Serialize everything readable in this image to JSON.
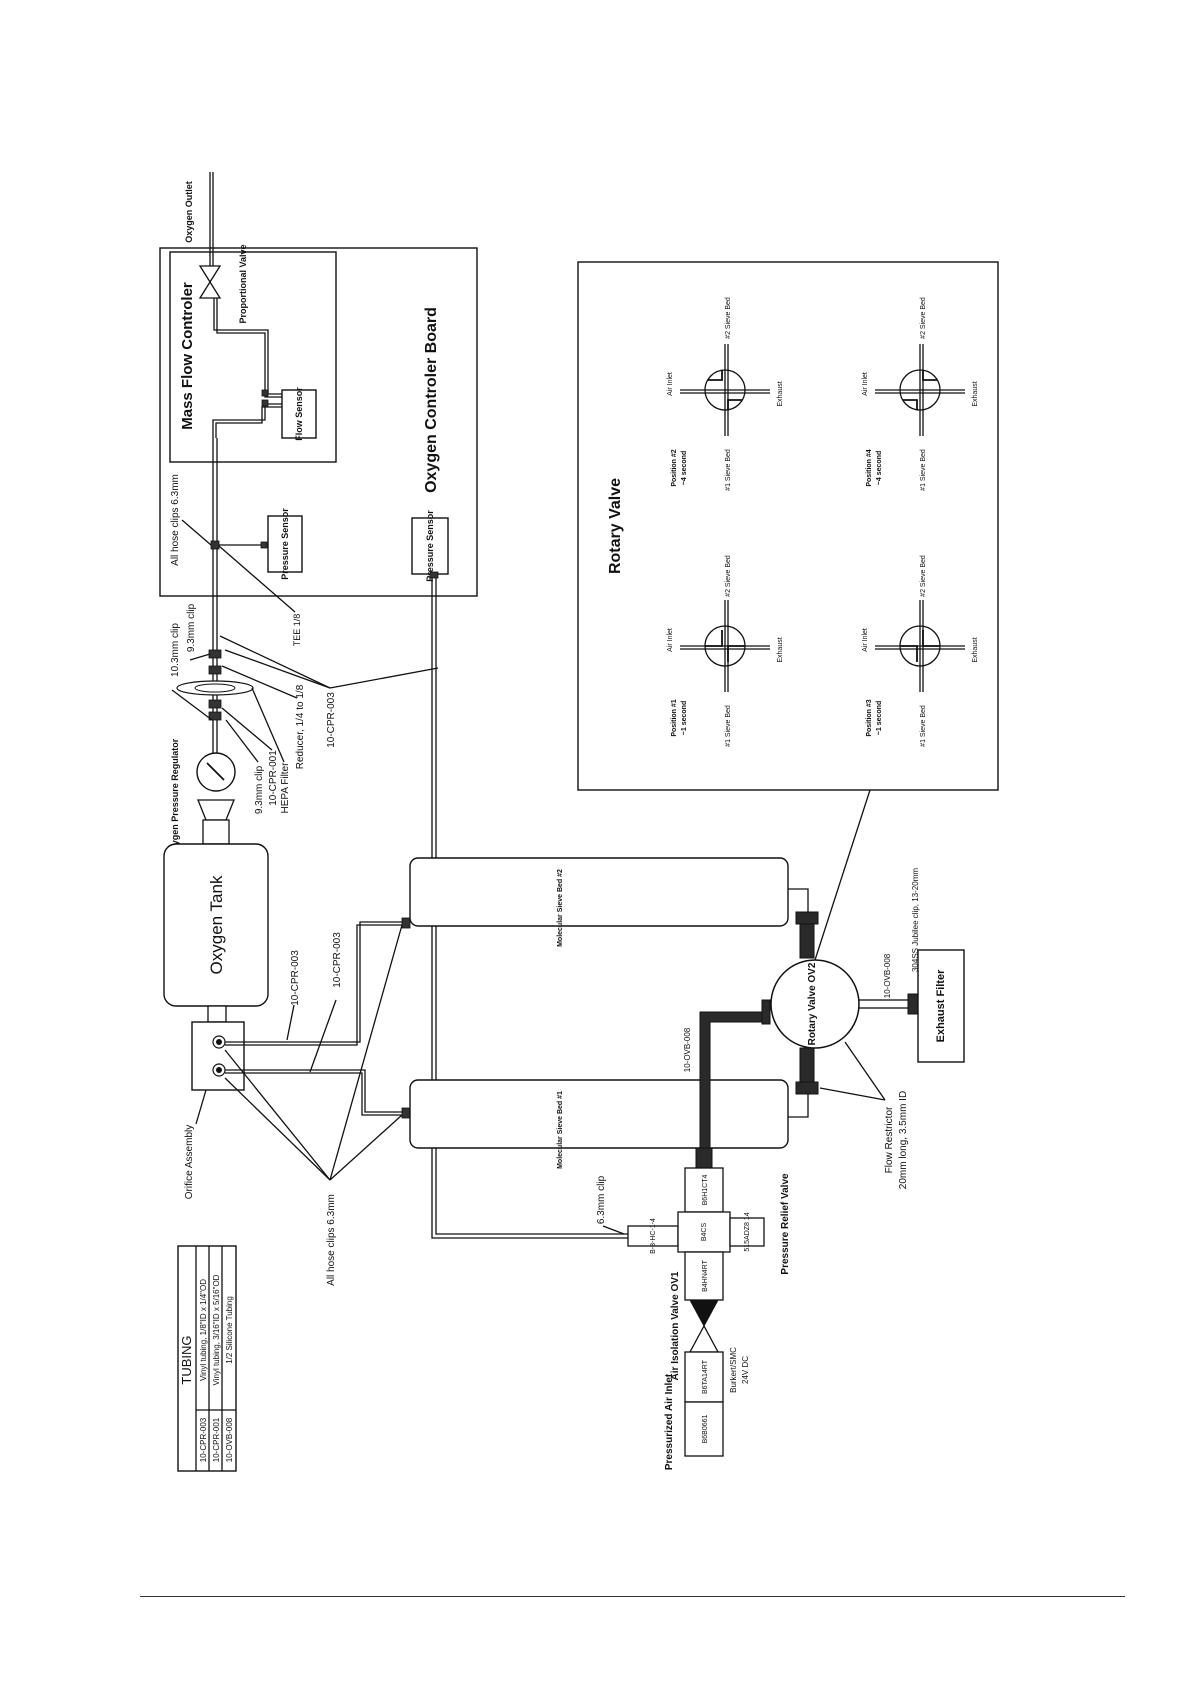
{
  "tubing_table": {
    "title": "TUBING",
    "rows": [
      {
        "code": "10-CPR-003",
        "desc": "Vinyl tubing, 1/8\"ID x 1/4\"OD"
      },
      {
        "code": "10-CPR-001",
        "desc": "Vinyl tubing, 3/16\"ID x 5/16\"OD"
      },
      {
        "code": "10-OVB-008",
        "desc": "1/2 Silicone Tubing"
      }
    ]
  },
  "labels": {
    "oxygen_outlet": "Oxygen Outlet",
    "mass_flow_controller": "Mass Flow Controler",
    "proportional_valve": "Proportional Valve",
    "flow_sensor": "Flow Sensor",
    "pressure_sensor_top": "Pressure Sensor",
    "pressure_sensor_bottom": "Pressure Sensor",
    "oxygen_controller_board": "Oxygen Controler Board",
    "all_hose_clips_top": "All hose clips 6.3mm",
    "tee": "TEE 1/8",
    "clip_10_3": "10.3mm clip",
    "clip_9_3_top": "9.3mm clip",
    "clip_9_3_bottom": "9.3mm clip",
    "cpr_001": "10-CPR-001",
    "hepa_filter": "HEPA Filter",
    "reducer": "Reducer, 1/4 to 1/8",
    "cpr_003_top": "10-CPR-003",
    "oxygen_pressure_regulator": "Oxygen Pressure Regulator",
    "oxygen_tank": "Oxygen Tank",
    "cpr_003_a": "10-CPR-003",
    "cpr_003_b": "10-CPR-003",
    "orifice_assembly": "Orifice Assembly",
    "all_hose_clips_bottom": "All hose clips 6.3mm",
    "sieve_bed_2": "Molecular Sieve Bed #2",
    "sieve_bed_1": "Molecular Sieve Bed #1",
    "ovb_008_a": "10-OVB-008",
    "ovb_008_b": "10-OVB-008",
    "rotary_valve_ov2": "Rotary Valve OV2",
    "jubilee_clip": "304SS Jubilee clip, 13-20mm",
    "exhaust_filter": "Exhaust Filter",
    "flow_restrictor": "Flow Restrictor",
    "flow_restrictor_spec": "20mm long, 3.5mm ID",
    "clip_6_3": "6.3mm clip",
    "pressure_relief_valve": "Pressure Relief Valve",
    "air_isolation_valve": "Air Isolation Valve OV1",
    "pressurized_air_inlet": "Pressurized Air Inlet",
    "burkert": "Burkert/SMC",
    "voltage": "24V DC",
    "fitting_b6h1ct4": "B6H1CT4",
    "fitting_b4cs": "B4CS",
    "fitting_b4hn4rt": "B4HN4RT",
    "fitting_b6t": "B6TA14RT",
    "fitting_b6b": "B6B0661",
    "fitting_relief": "515ADZ8 14",
    "fitting_tee": "B-3-HC-1-4"
  },
  "rotary_valve_panel": {
    "title": "Rotary Valve",
    "positions": [
      {
        "name": "Position #1",
        "time": "~1 second"
      },
      {
        "name": "Position #2",
        "time": "~4 second"
      },
      {
        "name": "Position #3",
        "time": "~1 second"
      },
      {
        "name": "Position #4",
        "time": "~4 second"
      }
    ],
    "port_air_inlet": "Air Inlet",
    "port_sieve_1": "#1 Sieve Bed",
    "port_sieve_2": "#2 Sieve Bed",
    "port_exhaust": "Exhaust"
  }
}
